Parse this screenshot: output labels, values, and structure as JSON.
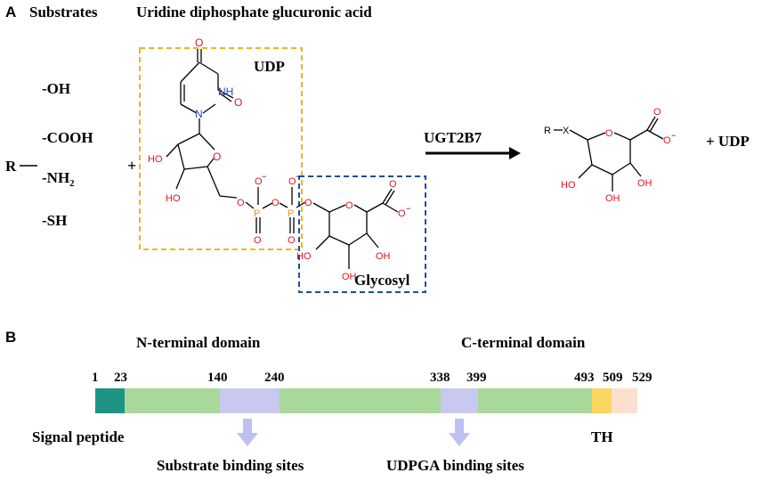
{
  "panel_a": {
    "letter": "A",
    "substrates_title": "Substrates",
    "udpga_title": "Uridine diphosphate glucuronic acid",
    "groups": [
      "-OH",
      "-COOH",
      "-NH",
      "-SH"
    ],
    "nh2_subscript": "2",
    "r_label": "R",
    "plus": "+",
    "udp_box_label": "UDP",
    "glycosyl_box_label": "Glycosyl",
    "enzyme_label": "UGT2B7",
    "product_plus_udp": "+ UDP",
    "atoms": {
      "O": "O",
      "NH": "NH",
      "N": "N",
      "HO": "HO",
      "OH": "OH",
      "P": "P",
      "neg": "−",
      "R": "R",
      "X": "X"
    }
  },
  "panel_b": {
    "letter": "B",
    "n_domain": "N-terminal domain",
    "c_domain": "C-terminal domain",
    "positions": [
      "1",
      "23",
      "140",
      "240",
      "338",
      "399",
      "493",
      "509",
      "529"
    ],
    "signal_peptide": "Signal peptide",
    "th": "TH",
    "substrate_sites": "Substrate binding sites",
    "udpga_sites": "UDPGA binding sites"
  },
  "colors": {
    "signal": "#1f9484",
    "body": "#a8d89a",
    "binding": "#c9c9f0",
    "th": "#fbd560",
    "tail": "#fbe0d0",
    "udp_box": "#f2b31d",
    "glycosyl_box": "#1f4e9c",
    "oxygen": "#e4141c",
    "nitrogen": "#2b3fd6",
    "phosphorus": "#e8931a",
    "arrow_down": "#bfc0f2"
  }
}
